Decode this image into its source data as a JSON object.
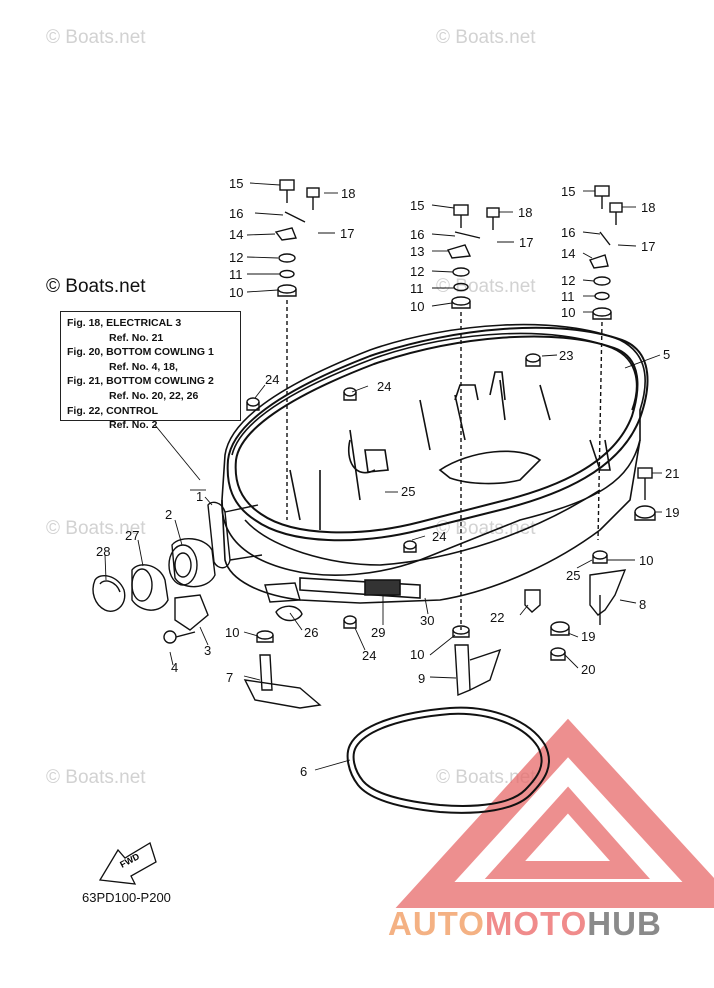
{
  "watermarks": [
    "© Boats.net",
    "© Boats.net",
    "© Boats.net",
    "© Boats.net",
    "© Boats.net",
    "© Boats.net",
    "© Boats.net",
    "© Boats.net"
  ],
  "main_watermark": "© Boats.net",
  "reference_box": {
    "entries": [
      {
        "fig": "Fig. 18, ELECTRICAL 3",
        "ref": "Ref. No. 21"
      },
      {
        "fig": "Fig. 20, BOTTOM COWLING 1",
        "ref": "Ref. No. 4, 18,"
      },
      {
        "fig": "Fig. 21, BOTTOM COWLING 2",
        "ref": "Ref. No. 20, 22, 26"
      },
      {
        "fig": "Fig. 22, CONTROL",
        "ref": "Ref. No. 2"
      }
    ]
  },
  "callouts": [
    "15",
    "18",
    "16",
    "17",
    "14",
    "12",
    "11",
    "10",
    "15",
    "18",
    "16",
    "17",
    "13",
    "12",
    "11",
    "10",
    "15",
    "18",
    "16",
    "17",
    "14",
    "12",
    "11",
    "10",
    "5",
    "23",
    "24",
    "24",
    "1",
    "25",
    "24",
    "21",
    "19",
    "2",
    "27",
    "28",
    "10",
    "25",
    "8",
    "4",
    "3",
    "10",
    "26",
    "24",
    "29",
    "30",
    "22",
    "19",
    "7",
    "10",
    "9",
    "20",
    "6"
  ],
  "fwd_label": "FWD",
  "drawing_code": "63PD100-P200",
  "brand": {
    "part1": "AUTO",
    "part2": "MOTO",
    "part3": "HUB",
    "color1": "#f4b183",
    "color2": "#f08b8b",
    "color3": "#8a8a8a"
  },
  "logo_colors": {
    "triangle": "#e86a6a"
  }
}
